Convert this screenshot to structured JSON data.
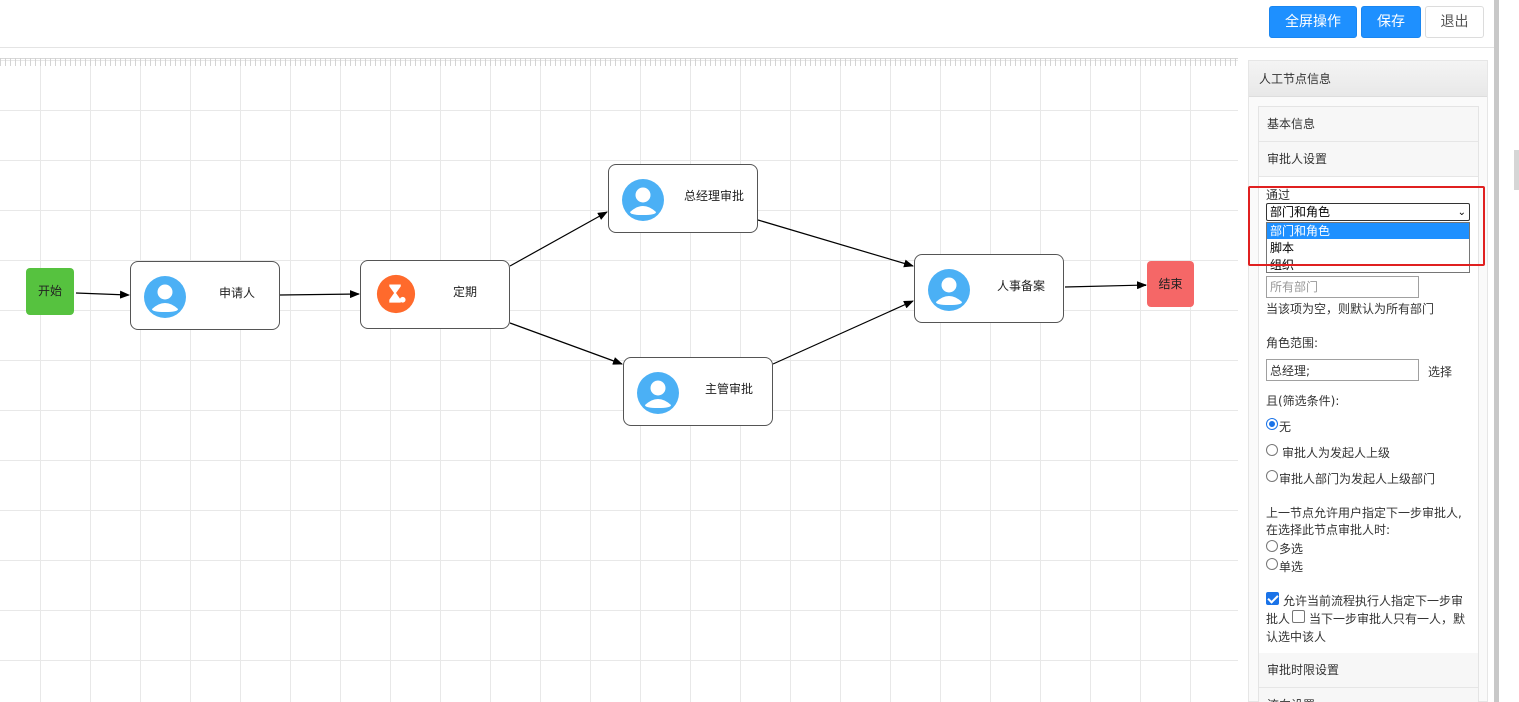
{
  "toolbar": {
    "fullscreen_label": "全屏操作",
    "save_label": "保存",
    "exit_label": "退出"
  },
  "flow": {
    "start": "开始",
    "end": "结束",
    "nodes": {
      "applicant": "申请人",
      "timer": "定期",
      "gm_approval": "总经理审批",
      "supervisor_approval": "主管审批",
      "hr_filing": "人事备案"
    }
  },
  "panel": {
    "title": "人工节点信息",
    "sections": {
      "basic": "基本信息",
      "approver": "审批人设置",
      "time_limit": "审批时限设置",
      "next": "流向设置"
    },
    "pass_label": "通过",
    "select": {
      "value": "部门和角色",
      "options": [
        "部门和角色",
        "脚本",
        "组织"
      ]
    },
    "dept_placeholder": "所有部门",
    "dept_hint": "当该项为空，则默认为所有部门",
    "role_range_label": "角色范围:",
    "role_value": "总经理;",
    "role_select_link": "选择",
    "filter_label": "且(筛选条件):",
    "filter_options": [
      "无",
      "审批人为发起人上级",
      "审批人部门为发起人上级部门"
    ],
    "next_step_text_1": "上一节点允许用户指定下一步审批人,",
    "next_step_text_2": "在选择此节点审批人时:",
    "multi_label": "多选",
    "single_label": "单选",
    "allow_text_1": "允许当前流程执行人指定下一步审",
    "allow_text_2a": "批人",
    "allow_text_2b": "当下一步审批人只有一人，默",
    "allow_text_3": "认选中该人"
  },
  "colors": {
    "primary": "#1e90ff",
    "start_node": "#56c23f",
    "end_node": "#f56767",
    "timer_icon": "#ff6a2c",
    "avatar_icon": "#4bb0f5",
    "highlight": "#e02020"
  }
}
